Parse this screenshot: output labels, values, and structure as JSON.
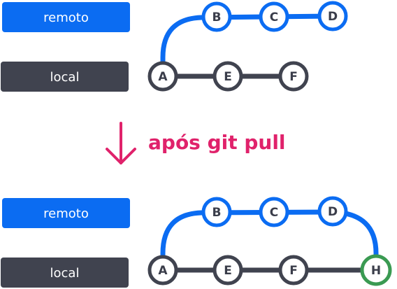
{
  "colors": {
    "remote": "#0b6cf2",
    "local": "#40434f",
    "merge": "#3a9a52",
    "accent": "#e0226b",
    "node_fill": "#ffffff",
    "label_text": "#ffffff"
  },
  "before": {
    "remote_label": "remoto",
    "local_label": "local",
    "remote_commits": [
      "B",
      "C",
      "D"
    ],
    "local_commits": [
      "A",
      "E",
      "F"
    ]
  },
  "transition": {
    "arrow_icon": "arrow-down-icon",
    "caption": "após git pull"
  },
  "after": {
    "remote_label": "remoto",
    "local_label": "local",
    "remote_commits": [
      "B",
      "C",
      "D"
    ],
    "local_commits": [
      "A",
      "E",
      "F"
    ],
    "merge_commit": "H"
  }
}
